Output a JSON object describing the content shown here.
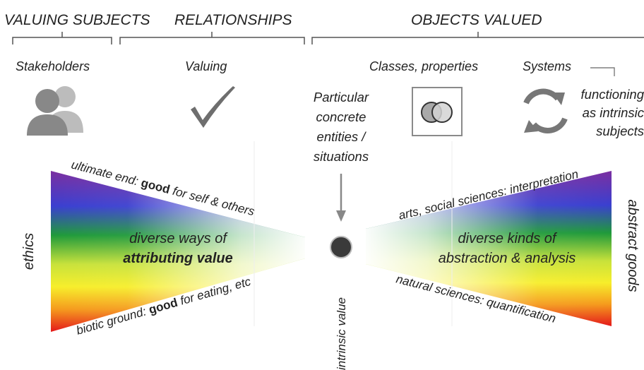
{
  "headers": {
    "valuing_subjects": "VALUING SUBJECTS",
    "relationships": "RELATIONSHIPS",
    "objects_valued": "OBJECTS VALUED"
  },
  "columns": {
    "stakeholders": "Stakeholders",
    "valuing": "Valuing",
    "classes_properties": "Classes, properties",
    "systems": "Systems"
  },
  "particular": [
    "Particular",
    "concrete",
    "entities /",
    "situations"
  ],
  "systems_note": [
    "functioning",
    "as intrinsic",
    "subjects"
  ],
  "left_fan": {
    "top_prefix": "ultimate end: ",
    "top_bold": "good",
    "top_suffix": " for self & others",
    "center_line1": "diverse ways of",
    "center_line2": "attributing value",
    "bottom_prefix": "biotic ground: ",
    "bottom_bold": "good",
    "bottom_suffix": " for eating, etc",
    "side_label": "ethics"
  },
  "right_fan": {
    "top": "arts, social sciences: interpretation",
    "center_line1": "diverse kinds of",
    "center_line2": "abstraction & analysis",
    "bottom": "natural sciences: quantification",
    "side_label": "abstract goods"
  },
  "intrinsic_value": "intrinsic value",
  "icons": [
    "stakeholders-icon",
    "checkmark-icon",
    "overlapping-circles-icon",
    "cycle-arrows-icon"
  ]
}
